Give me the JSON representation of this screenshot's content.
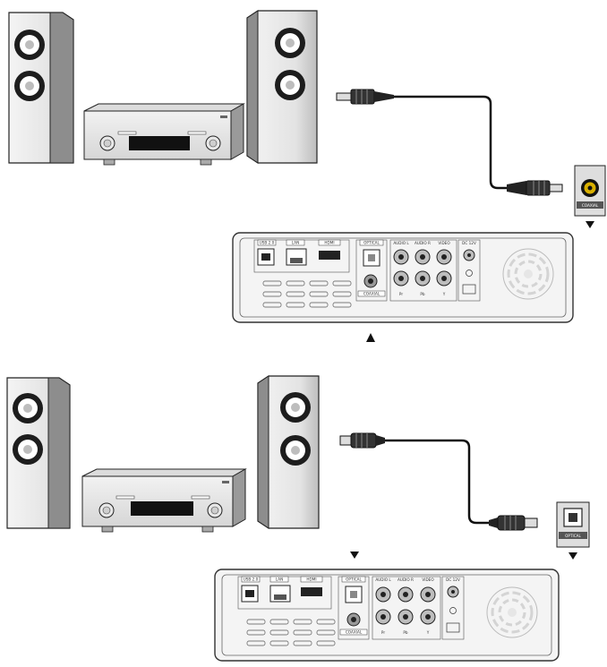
{
  "panels": [
    {
      "id": "coaxial",
      "jack_label": "COAXIAL",
      "device": {
        "port_labels": {
          "usb": "USB 2.0",
          "lan": "LAN",
          "hdmi": "HDMI",
          "optical": "OPTICAL",
          "coaxial": "COAXIAL",
          "audio_l": "AUDIO L",
          "audio_r": "AUDIO R",
          "video": "VIDEO",
          "dc": "DC 12V",
          "pr": "Pr",
          "pb": "Pb",
          "y": "Y"
        }
      }
    },
    {
      "id": "optical",
      "jack_label": "OPTICAL",
      "device": {
        "port_labels": {
          "usb": "USB 2.0",
          "lan": "LAN",
          "hdmi": "HDMI",
          "optical": "OPTICAL",
          "coaxial": "COAXIAL",
          "audio_l": "AUDIO L",
          "audio_r": "AUDIO R",
          "video": "VIDEO",
          "dc": "DC 12V",
          "pr": "Pr",
          "pb": "Pb",
          "y": "Y"
        }
      }
    }
  ],
  "colors": {
    "outline": "#222222",
    "speaker_light": "#ececec",
    "speaker_dark": "#8a8a8a",
    "jack_gold": "#d9b000",
    "cable": "#111111"
  }
}
